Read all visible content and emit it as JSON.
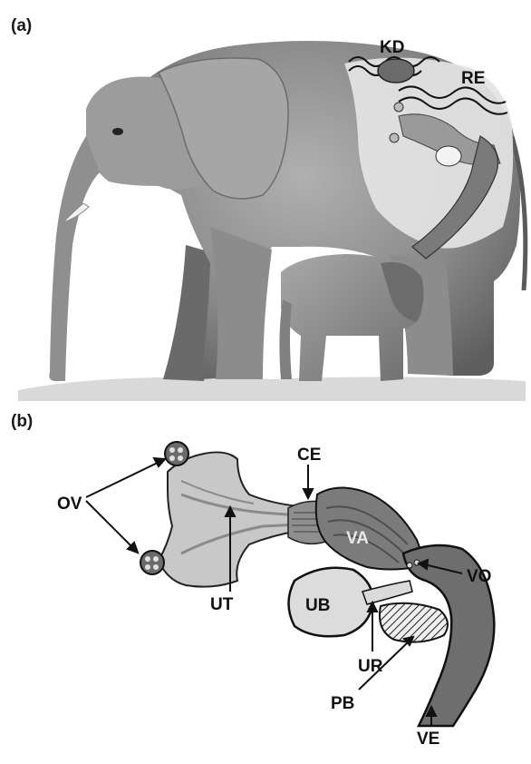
{
  "panels": {
    "a": {
      "label": "(a)",
      "labels": {
        "kd": "KD",
        "re": "RE"
      }
    },
    "b": {
      "label": "(b)",
      "labels": {
        "ov": "OV",
        "ce": "CE",
        "va": "VA",
        "vo": "VO",
        "ut": "UT",
        "ub": "UB",
        "ur": "UR",
        "pb": "PB",
        "ve": "VE"
      }
    }
  },
  "colors": {
    "elephant_body": "#9a9a9a",
    "elephant_dark": "#5a5a5a",
    "organ_light": "#c9c9c9",
    "organ_mid": "#8e8e8e",
    "organ_dark": "#6b6b6b"
  }
}
